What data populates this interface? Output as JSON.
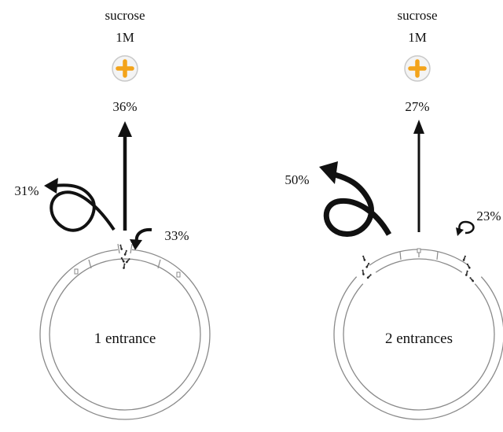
{
  "colors": {
    "ink": "#111111",
    "ring_stroke": "#8a8a8a",
    "food_fill": "#f3a31a",
    "food_ring": "#c9c9c9"
  },
  "icons": {
    "food": "plus-icon",
    "ant": "ant-icon"
  },
  "left_panel": {
    "food_label_line1": "sucrose",
    "food_label_line2": "1M",
    "center_label": "1 entrance",
    "pct_food": "36%",
    "pct_explore": "31%",
    "pct_return": "33%"
  },
  "right_panel": {
    "food_label_line1": "sucrose",
    "food_label_line2": "1M",
    "center_label": "2 entrances",
    "pct_food": "27%",
    "pct_explore": "50%",
    "pct_return": "23%"
  }
}
